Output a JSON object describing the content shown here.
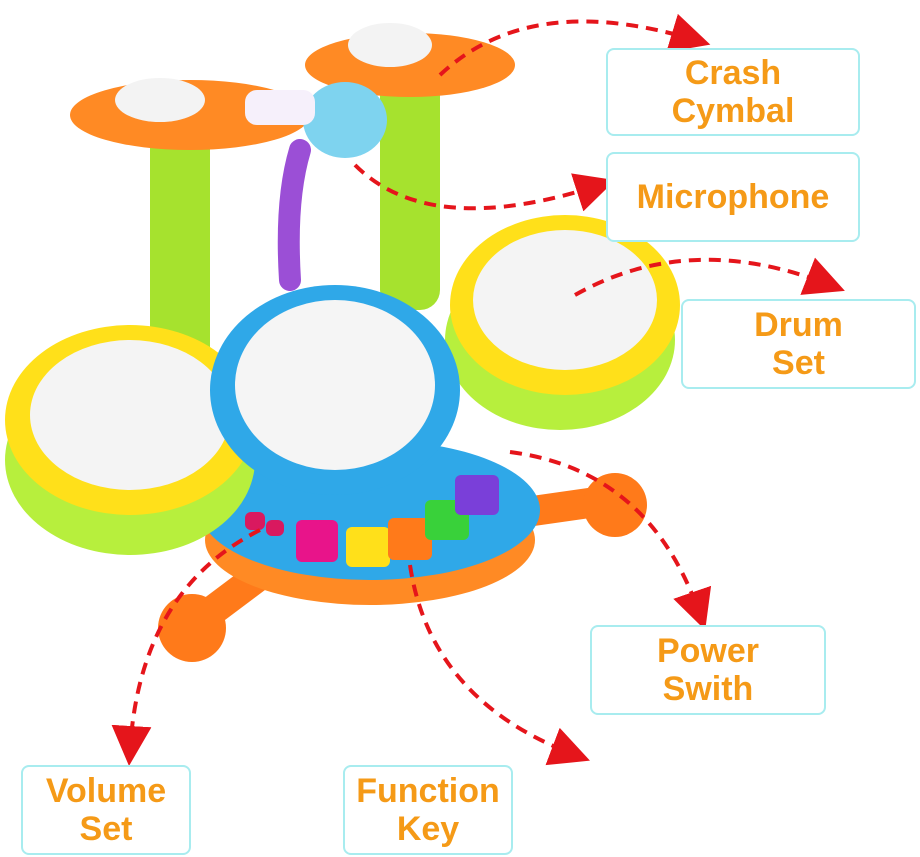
{
  "image": {
    "subject": "Toddler toy drum set with labeled parts",
    "colors": {
      "label_text": "#f59a17",
      "label_border": "#a8ecef",
      "arrow": "#e5151b"
    }
  },
  "labels": [
    {
      "id": "crash-cymbal",
      "line1": "Crash",
      "line2": "Cymbal"
    },
    {
      "id": "microphone",
      "line1": "Microphone",
      "line2": ""
    },
    {
      "id": "drum-set",
      "line1": "Drum",
      "line2": "Set"
    },
    {
      "id": "power-switch",
      "line1": "Power",
      "line2": "Swith"
    },
    {
      "id": "volume-set",
      "line1": "Volume",
      "line2": "Set"
    },
    {
      "id": "function-key",
      "line1": "Function",
      "line2": "Key"
    }
  ]
}
